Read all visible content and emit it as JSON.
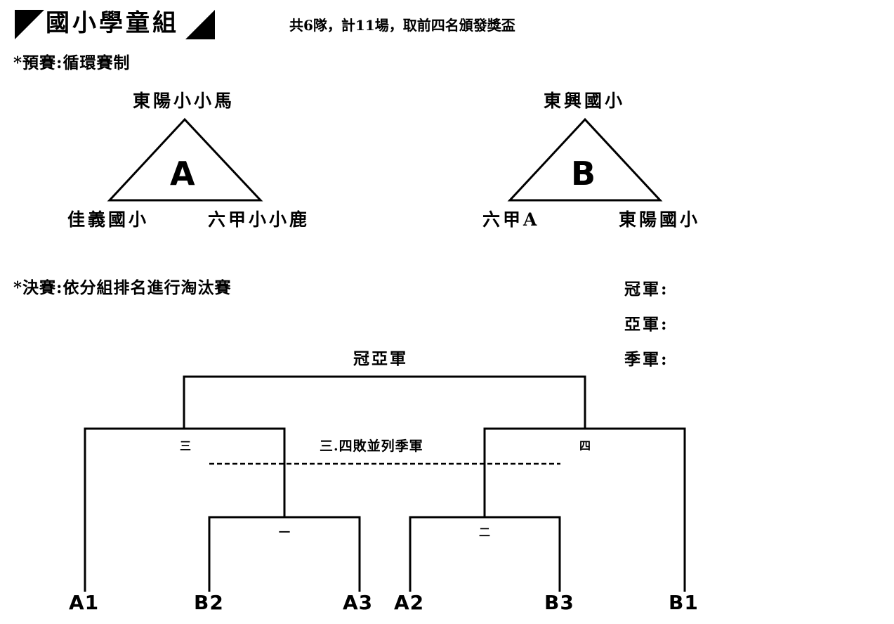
{
  "header": {
    "title": "國小學童組",
    "summary": "共6隊，計11場，取前四名頒發獎盃"
  },
  "prelim": {
    "heading": "*預賽:循環賽制",
    "groups": [
      {
        "label": "A",
        "top": "東陽小小馬",
        "left": "佳義國小",
        "right": "六甲小小鹿"
      },
      {
        "label": "B",
        "top": "東興國小",
        "left": "六甲A",
        "right": "東陽國小"
      }
    ]
  },
  "finals": {
    "heading": "*決賽:依分組排名進行淘汰賽",
    "results": [
      "冠軍:",
      "亞軍:",
      "季軍:"
    ],
    "final_label": "冠亞軍",
    "third_place_note": "三.四敗並列季軍",
    "rounds": {
      "r1": "一",
      "r2": "二",
      "r3": "三",
      "r4": "四"
    },
    "seeds": [
      "A1",
      "B2",
      "A3",
      "A2",
      "B3",
      "B1"
    ]
  }
}
